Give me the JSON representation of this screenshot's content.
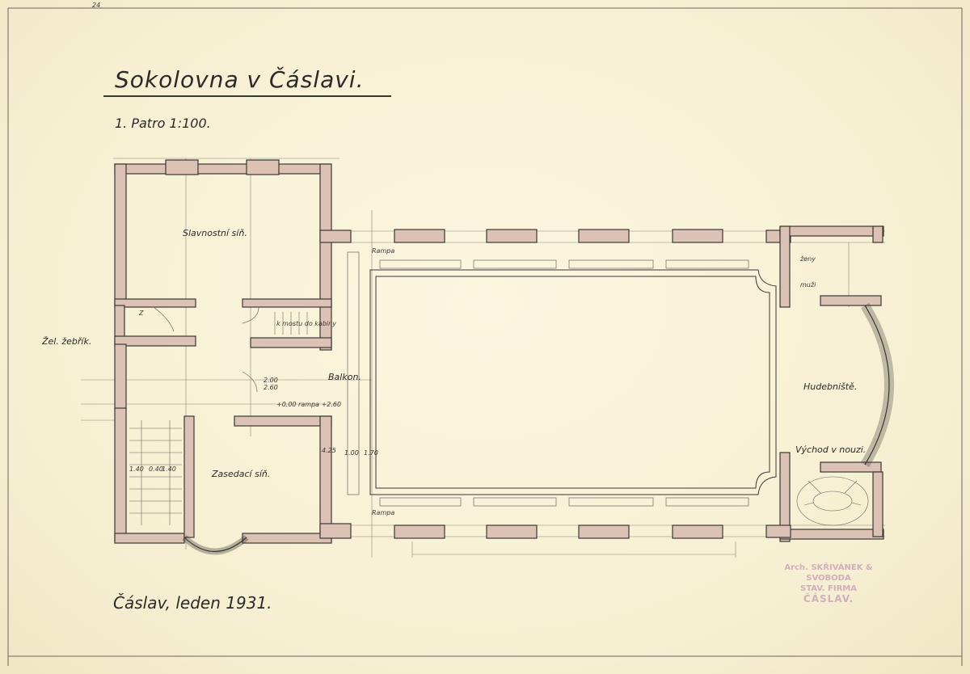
{
  "drawing": {
    "title": "Sokolovna v Čáslavi.",
    "subtitle": "1. Patro 1:100.",
    "footer": "Čáslav, leden 1931.",
    "page_ref": "24"
  },
  "rooms": {
    "ceremonial_hall": "Slavnostní síň.",
    "meeting_hall": "Zasedací síň.",
    "balcony": "Balkon.",
    "orchestra": "Hudebniště.",
    "ladder": "Žel. žebřík.",
    "emergency_exit": "Východ v nouzi.",
    "ramp_top": "Rampa",
    "ramp_bottom": "Rampa",
    "women": "ženy",
    "men": "muži",
    "wc_mark": "Z",
    "to_cabin": "k mostu do kabiny"
  },
  "dimensions": {
    "d1": "2.00",
    "d2": "2.60",
    "ramp_dim": "+0.00 rampa +2.60",
    "stair_dims": [
      "1.40",
      "0.40",
      "1.40"
    ],
    "hall_dims": [
      "1.00",
      "1.70"
    ],
    "side_dim": "4.25"
  },
  "stamp": {
    "line1": "Arch. SKŘIVÁNEK & SVOBODA",
    "line2": "STAV. FIRMA",
    "line3": "ČÁSLAV."
  },
  "colors": {
    "paper": "#f7f1d8",
    "wall_fill": "#dcc2b4",
    "ink": "#3a3834",
    "stamp": "#c8a0b8"
  }
}
